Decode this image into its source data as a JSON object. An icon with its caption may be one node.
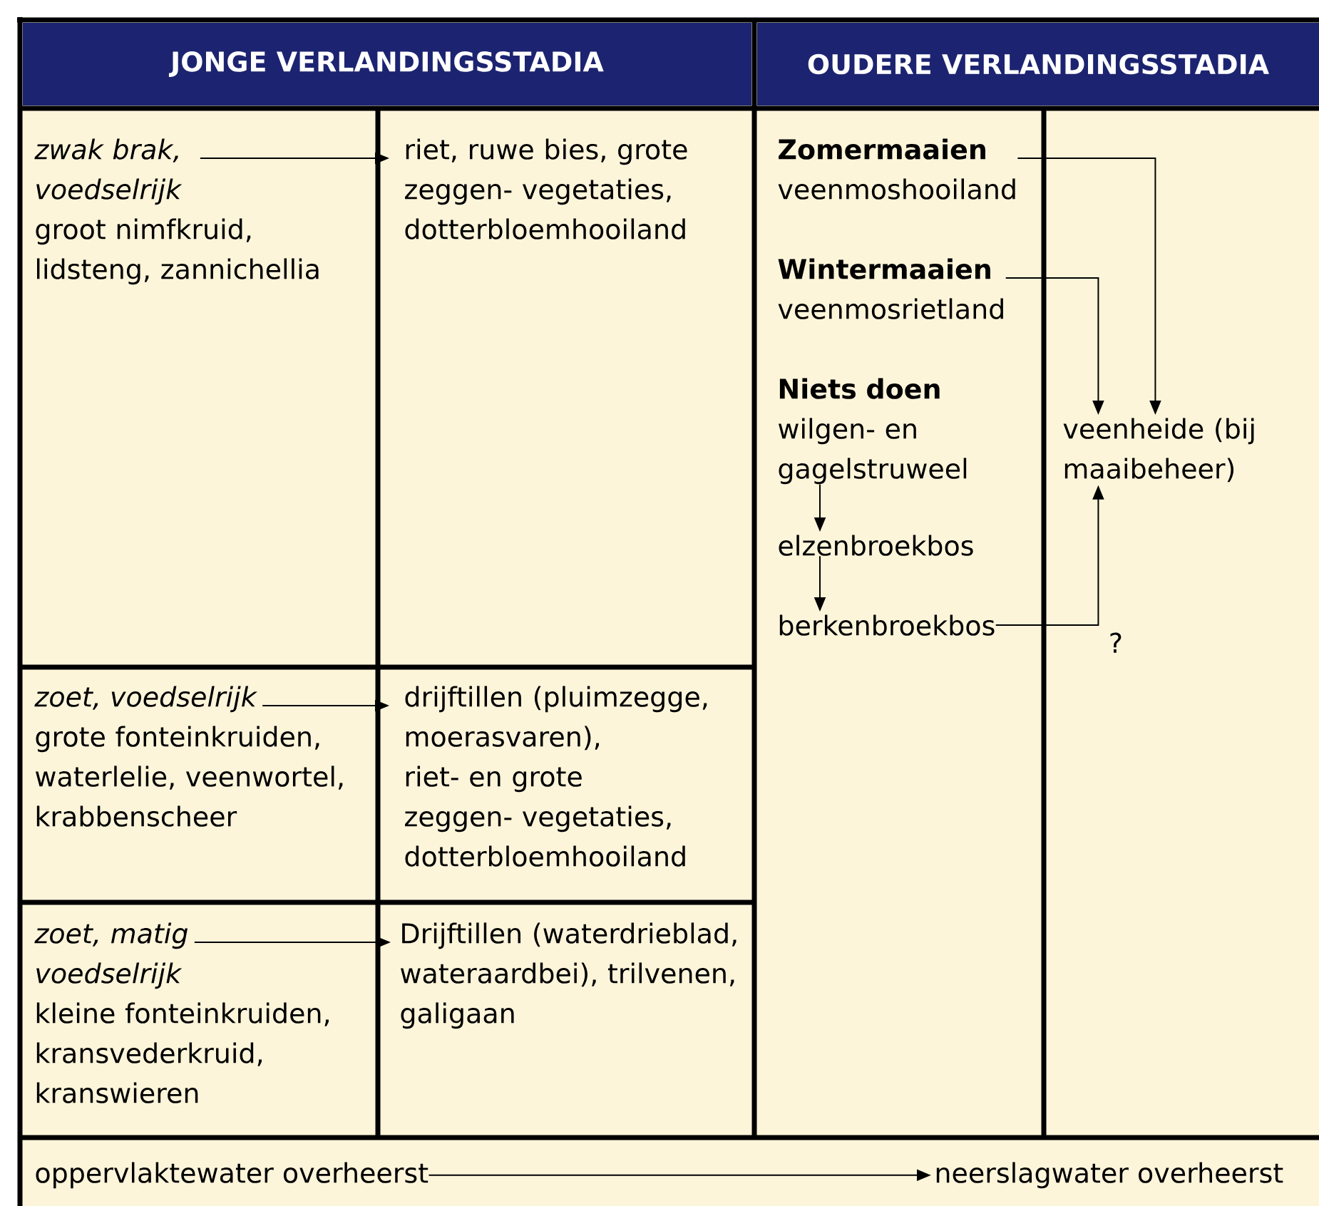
{
  "diagram": {
    "nodes": [
      {
        "text": [
          "JONGE VERLANDINGSSTADIA"
        ]
      },
      {
        "text": [
          "OUDERE VERLANDINGSSTADIA"
        ]
      },
      {
        "text": [
          "zwak brak, voedselrijk"
        ]
      },
      {
        "text": [
          "groot nimfkruid, lidsteng, zannichellia"
        ]
      },
      {
        "text": [
          "riet, ruwe bies, grote zeggen- vegetaties, dotterbloemhooiland"
        ]
      },
      {
        "text": [
          "zoet, voedselrijk"
        ]
      },
      {
        "text": [
          "grote fonteinkruiden, waterlelie, veenwortel, krabbenscheer"
        ]
      },
      {
        "text": [
          "drijftillen (pluimzegge, moerasvaren), riet- en grote zeggen- vegetaties, dotterbloemhooiland"
        ]
      },
      {
        "text": [
          "zoet, matig voedselrijk"
        ]
      },
      {
        "text": [
          "kleine fonteinkruiden, kransvederkruid, kranswieren"
        ]
      },
      {
        "text": [
          "Drijftillen (waterdrieblad, wateraardbei), trilvenen, galigaan"
        ]
      },
      {
        "text": [
          "Zomermaaien",
          "veenmoshooiland"
        ]
      },
      {
        "text": [
          "Wintermaaien",
          "veenmosrietland"
        ]
      },
      {
        "text": [
          "Niets doen",
          "wilgen- en gagelstruweel"
        ]
      },
      {
        "text": [
          "elzenbroekbos"
        ]
      },
      {
        "text": [
          "berkenbroekbos"
        ]
      },
      {
        "text": [
          "veenheide (bij maaibeheer)"
        ]
      },
      {
        "text": [
          "oppervlaktewater overheerst"
        ]
      },
      {
        "text": [
          "neerslagwater overheerst"
        ]
      }
    ],
    "edges": [
      {
        "from": 2,
        "to": 4,
        "arrow": "to"
      },
      {
        "from": 5,
        "to": 7,
        "arrow": "to"
      },
      {
        "from": 8,
        "to": 10,
        "arrow": "to"
      },
      {
        "from": 11,
        "to": 16,
        "arrow": "to"
      },
      {
        "from": 12,
        "to": 16,
        "arrow": "to"
      },
      {
        "from": 13,
        "to": 14,
        "arrow": "to"
      },
      {
        "from": 14,
        "to": 15,
        "arrow": "to"
      },
      {
        "from": 15,
        "to": 16,
        "arrow": "to",
        "label": "?"
      },
      {
        "from": 17,
        "to": 18,
        "arrow": "to"
      }
    ]
  }
}
